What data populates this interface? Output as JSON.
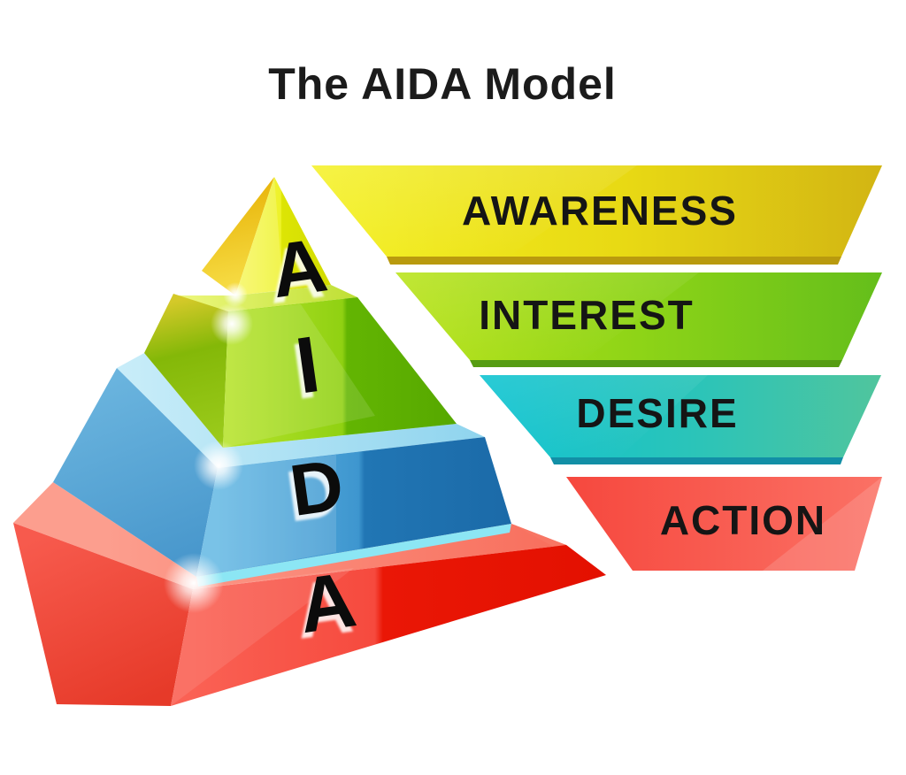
{
  "title": "The AIDA Model",
  "pyramid": {
    "tiers": [
      {
        "letter": "A",
        "stage": "Awareness",
        "front_color": "#e9ed1d",
        "side_color": "#ecc010"
      },
      {
        "letter": "I",
        "stage": "Interest",
        "front_color": "#86cb0d",
        "side_color": "#8fc012"
      },
      {
        "letter": "D",
        "stage": "Desire",
        "front_color": "#2f8fcb",
        "side_color": "#4d9fd2"
      },
      {
        "letter": "A",
        "stage": "Action",
        "front_color": "#ee2414",
        "side_color": "#f24c3e"
      }
    ]
  },
  "banners": [
    {
      "label": "AWARENESS",
      "color_start": "#f2ef1c",
      "color_end": "#d6ba12",
      "edge_color": "#b99a0e"
    },
    {
      "label": "INTEREST",
      "color_start": "#b5e015",
      "color_end": "#66bf1a",
      "edge_color": "#569c12"
    },
    {
      "label": "DESIRE",
      "color_start": "#0cc2cf",
      "color_end": "#4ec49e",
      "edge_color": "#128fa6"
    },
    {
      "label": "ACTION",
      "color_start": "#f6493f",
      "color_end": "#fb7468",
      "edge_color": "#d63a30"
    }
  ],
  "text_color": "#151515",
  "background_color": "#ffffff"
}
